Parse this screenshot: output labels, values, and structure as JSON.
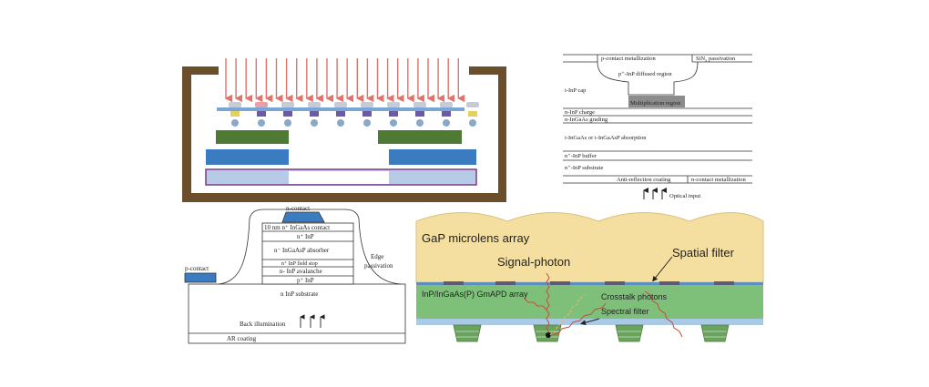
{
  "panel_b": {
    "p_contact": "p-contact metallization",
    "sin": "SiN",
    "sin_sub": "x",
    "sin_rest": " passivation",
    "diffused": "p⁺-InP diffused region",
    "icap": "i-InP cap",
    "mult": "Multiplication region",
    "charge": "n-InP charge",
    "grading": "n-InGaAs grading",
    "absorption": "i-InGaAs or i-InGaAsP absorption",
    "buffer": "n⁺-InP buffer",
    "substrate": "n⁺-InP substrate",
    "ar": "Anti-reflection coating",
    "ncontact": "n-contact metallization",
    "optical": "Optical input"
  },
  "panel_c": {
    "ncontact": "n-contact",
    "l1": "10 nm n⁺ InGaAs contact",
    "l2": "n⁺ InP",
    "l3": "n⁻ InGaAsP absorber",
    "l4": "n⁺ InP field stop",
    "l5": "n- InP avalanche",
    "l6": "p⁺ InP",
    "l7": "n InP substrate",
    "pcontact": "p-contact",
    "edge1": "Edge",
    "edge2": "passivation",
    "back": "Back illumination",
    "ar": "AR coating"
  },
  "panel_d": {
    "gap": "GaP microlens array",
    "signal": "Signal-photon",
    "spatial": "Spatial filter",
    "array": "InP/InGaAs(P) GmAPD array",
    "crosstalk": "Crosstalk photons",
    "spectral": "Spectral filter"
  },
  "colors": {
    "frame": "#6b4e2a",
    "arrow": "#e0736b",
    "green_dark": "#4e7a36",
    "blue": "#3a7cbf",
    "lens": "#f5dfa0",
    "array_green": "#7ec07a",
    "mult": "#8c8c8c"
  }
}
